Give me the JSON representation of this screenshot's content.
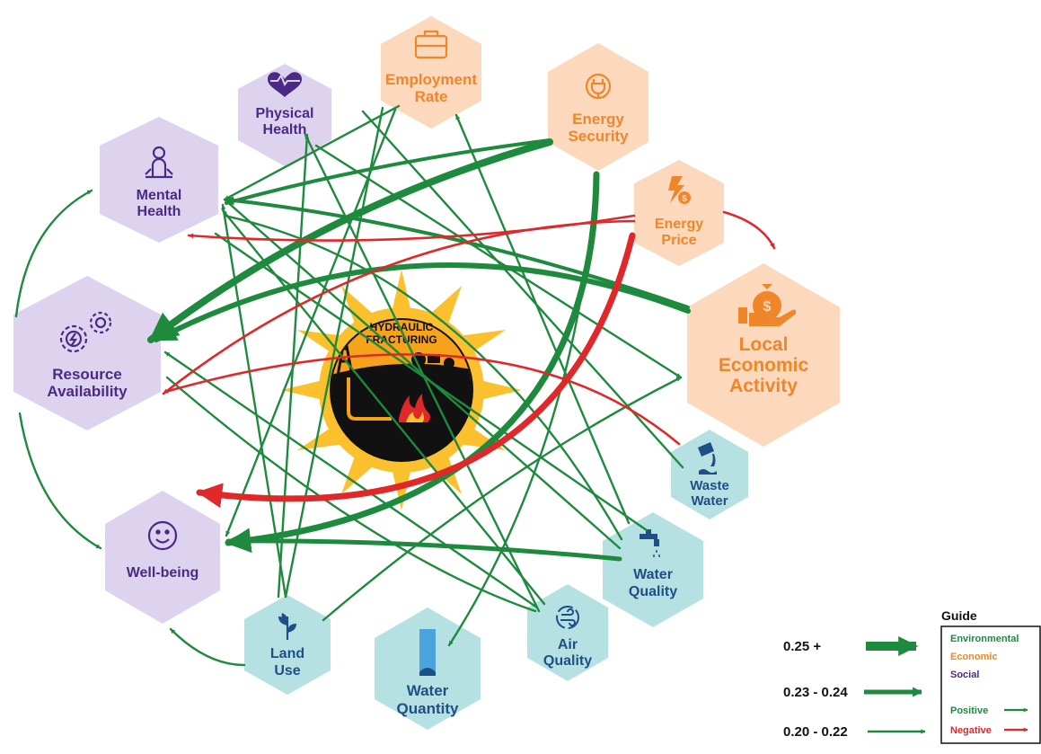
{
  "colors": {
    "social_fill": "#ddd3ee",
    "social_text": "#4b2a86",
    "economic_fill": "#fcd8bd",
    "economic_text": "#f0862a",
    "environmental_fill": "#b6e1e2",
    "environmental_text": "#1e4f86",
    "positive": "#1e8a3e",
    "negative": "#e0282a",
    "sun": "#fbc02d",
    "center_dark": "#111111"
  },
  "center": {
    "line1": "HYDRAULIC",
    "line2": "FRACTURING",
    "icon": "hydraulic-fracturing-emblem"
  },
  "nodes": {
    "employment_rate": {
      "line1": "Employment",
      "line2": "Rate",
      "category": "Economic",
      "icon": "briefcase-icon"
    },
    "physical_health": {
      "line1": "Physical",
      "line2": "Health",
      "category": "Social",
      "icon": "heartbeat-icon"
    },
    "energy_security": {
      "line1": "Energy",
      "line2": "Security",
      "category": "Economic",
      "icon": "plug-icon"
    },
    "mental_health": {
      "line1": "Mental",
      "line2": "Health",
      "category": "Social",
      "icon": "meditation-icon"
    },
    "energy_price": {
      "line1": "Energy",
      "line2": "Price",
      "category": "Economic",
      "icon": "price-lightning-icon"
    },
    "resource_availability": {
      "line1": "Resource",
      "line2": "Availability",
      "category": "Social",
      "icon": "gears-icon"
    },
    "local_economic_activity": {
      "line1": "Local",
      "line2": "Economic",
      "line3": "Activity",
      "category": "Economic",
      "icon": "money-bag-hand-icon"
    },
    "waste_water": {
      "line1": "Waste",
      "line2": "Water",
      "category": "Environmental",
      "icon": "waste-water-icon"
    },
    "well_being": {
      "line1": "Well-being",
      "category": "Social",
      "icon": "smiley-icon"
    },
    "water_quality": {
      "line1": "Water",
      "line2": "Quality",
      "category": "Environmental",
      "icon": "faucet-icon"
    },
    "air_quality": {
      "line1": "Air",
      "line2": "Quality",
      "category": "Environmental",
      "icon": "wind-icon"
    },
    "land_use": {
      "line1": "Land",
      "line2": "Use",
      "category": "Environmental",
      "icon": "sprout-icon"
    },
    "water_quantity": {
      "line1": "Water",
      "line2": "Quantity",
      "category": "Environmental",
      "icon": "water-bar-icon"
    }
  },
  "links": [
    {
      "from": "energy_security",
      "to": "resource_availability",
      "sign": "positive",
      "strength": "0.25 +"
    },
    {
      "from": "energy_security",
      "to": "well_being",
      "sign": "positive",
      "strength": "0.25 +"
    },
    {
      "from": "energy_security",
      "to": "mental_health",
      "sign": "positive",
      "strength": "0.23 - 0.24"
    },
    {
      "from": "energy_price",
      "to": "well_being",
      "sign": "negative",
      "strength": "0.25 +"
    },
    {
      "from": "energy_price",
      "to": "resource_availability",
      "sign": "negative",
      "strength": "0.20 - 0.22"
    },
    {
      "from": "energy_price",
      "to": "mental_health",
      "sign": "negative",
      "strength": "0.20 - 0.22"
    },
    {
      "from": "energy_price",
      "to": "local_economic_activity",
      "sign": "negative",
      "strength": "0.20 - 0.22"
    },
    {
      "from": "waste_water",
      "to": "resource_availability",
      "sign": "negative",
      "strength": "0.20 - 0.22"
    },
    {
      "from": "local_economic_activity",
      "to": "resource_availability",
      "sign": "positive",
      "strength": "0.25 +"
    },
    {
      "from": "local_economic_activity",
      "to": "mental_health",
      "sign": "positive",
      "strength": "0.23 - 0.24"
    },
    {
      "from": "water_quality",
      "to": "well_being",
      "sign": "positive",
      "strength": "0.25 +"
    },
    {
      "from": "water_quality",
      "to": "mental_health",
      "sign": "positive",
      "strength": "0.20 - 0.22"
    },
    {
      "from": "water_quality",
      "to": "employment_rate",
      "sign": "positive",
      "strength": "0.20 - 0.22"
    },
    {
      "from": "air_quality",
      "to": "mental_health",
      "sign": "positive",
      "strength": "0.20 - 0.22"
    },
    {
      "from": "air_quality",
      "to": "resource_availability",
      "sign": "positive",
      "strength": "0.20 - 0.22"
    },
    {
      "from": "land_use",
      "to": "well_being",
      "sign": "positive",
      "strength": "0.20 - 0.22"
    },
    {
      "from": "land_use",
      "to": "local_economic_activity",
      "sign": "positive",
      "strength": "0.20 - 0.22"
    },
    {
      "from": "land_use",
      "to": "mental_health",
      "sign": "positive",
      "strength": "0.20 - 0.22"
    },
    {
      "from": "land_use",
      "to": "physical_health",
      "sign": "positive",
      "strength": "0.20 - 0.22"
    },
    {
      "from": "employment_rate",
      "to": "well_being",
      "sign": "positive",
      "strength": "0.20 - 0.22"
    },
    {
      "from": "employment_rate",
      "to": "mental_health",
      "sign": "positive",
      "strength": "0.20 - 0.22"
    },
    {
      "from": "physical_health",
      "to": "local_economic_activity",
      "sign": "positive",
      "strength": "0.20 - 0.22"
    },
    {
      "from": "resource_availability",
      "to": "mental_health",
      "sign": "positive",
      "strength": "0.20 - 0.22"
    },
    {
      "from": "resource_availability",
      "to": "well_being",
      "sign": "positive",
      "strength": "0.20 - 0.22"
    },
    {
      "from": "energy_security",
      "to": "water_quantity",
      "sign": "positive",
      "strength": "0.20 - 0.22"
    }
  ],
  "guide": {
    "title": "Guide",
    "categories": [
      "Environmental",
      "Economic",
      "Social"
    ],
    "category_colors": [
      "#1e8a3e",
      "#f0862a",
      "#4b2a86"
    ],
    "positive_label": "Positive",
    "negative_label": "Negative",
    "strengths": [
      "0.25 +",
      "0.23 - 0.24",
      "0.20 - 0.22"
    ]
  }
}
